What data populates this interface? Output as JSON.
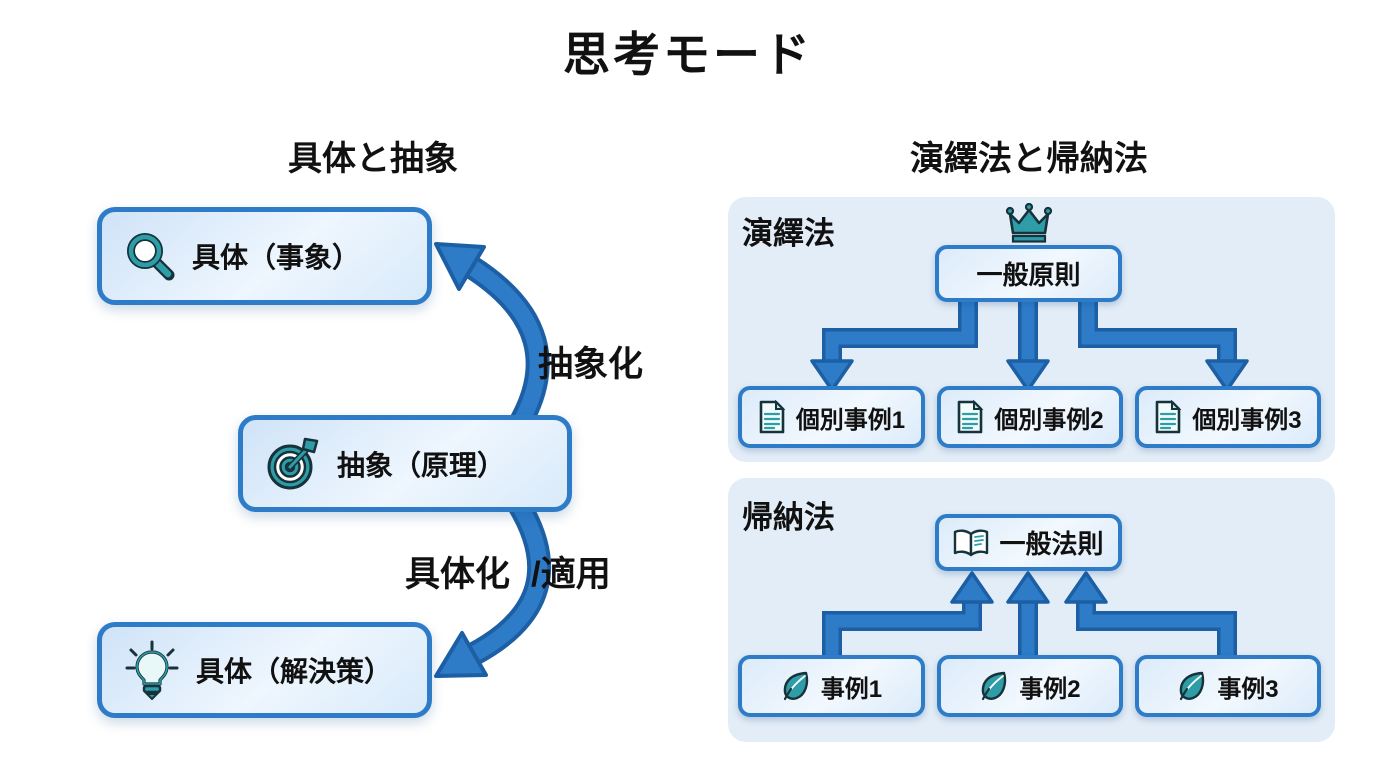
{
  "title": "思考モード",
  "left_section": {
    "heading": "具体と抽象",
    "boxes": [
      {
        "label": "具体（事象）",
        "icon": "magnifier-icon"
      },
      {
        "label": "抽象（原理）",
        "icon": "target-icon"
      },
      {
        "label": "具体（解決策）",
        "icon": "lightbulb-icon"
      }
    ],
    "arrow_up_label": "抽象化",
    "arrow_down_label_left": "具体化",
    "arrow_down_label_right": "/適用"
  },
  "right_section": {
    "heading": "演繹法と帰納法",
    "deduction_panel": {
      "label": "演繹法",
      "top_box": {
        "label": "一般原則",
        "icon": "crown-icon"
      },
      "child_boxes": [
        {
          "label": "個別事例1",
          "icon": "document-icon"
        },
        {
          "label": "個別事例2",
          "icon": "document-icon"
        },
        {
          "label": "個別事例3",
          "icon": "document-icon"
        }
      ]
    },
    "induction_panel": {
      "label": "帰納法",
      "top_box": {
        "label": "一般法則",
        "icon": "book-icon"
      },
      "child_boxes": [
        {
          "label": "事例1",
          "icon": "leaf-icon"
        },
        {
          "label": "事例2",
          "icon": "leaf-icon"
        },
        {
          "label": "事例3",
          "icon": "leaf-icon"
        }
      ]
    }
  },
  "colors": {
    "arrow_fill": "#2e7bc8",
    "arrow_outline": "#1c5fa4",
    "box_border": "#2e7cc8",
    "panel_background": "#e3edf7",
    "icon_teal": "#2e9da8",
    "text": "#111111",
    "page_background": "#ffffff"
  }
}
